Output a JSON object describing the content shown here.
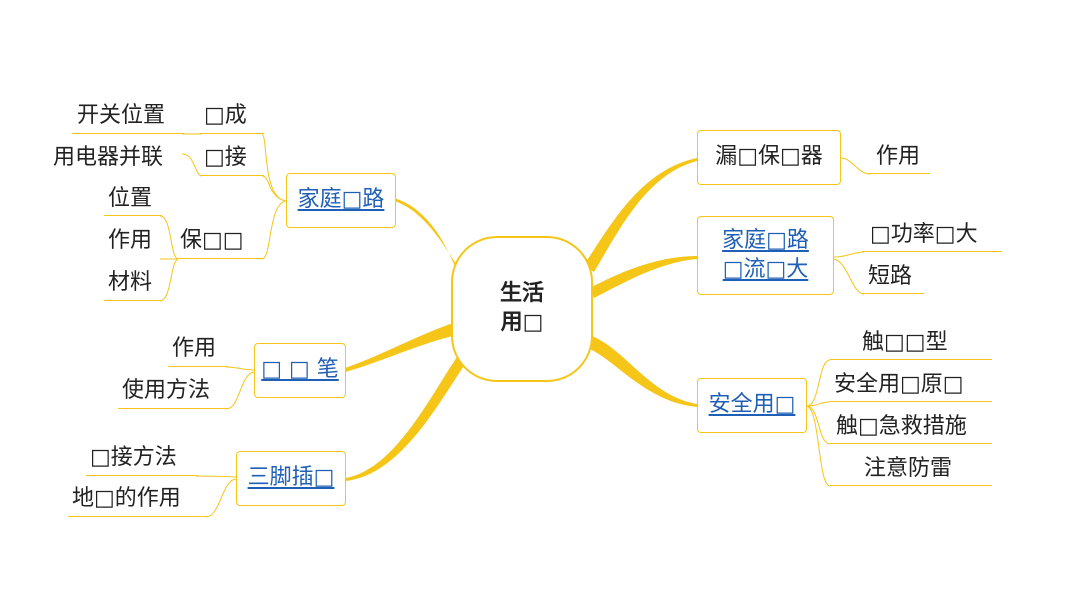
{
  "colors": {
    "branch": "#f5c518",
    "link_text": "#1f5fb5",
    "text": "#222222"
  },
  "center": {
    "line1": "生活",
    "line2": "用□"
  },
  "left": {
    "home_circuit": {
      "label": "家庭□路",
      "composition": {
        "label": "□成",
        "child": "开关位置"
      },
      "connection": {
        "label": "□接",
        "child": "用电器并联"
      },
      "fuse": {
        "label": "保□□",
        "children": [
          "位置",
          "作用",
          "材料"
        ]
      }
    },
    "test_pen": {
      "label": "□ □ 笔",
      "children": [
        "作用",
        "使用方法"
      ]
    },
    "socket": {
      "label": "三脚插□",
      "children": [
        "□接方法",
        "地□的作用"
      ]
    }
  },
  "right": {
    "leakage": {
      "label": "漏□保□器",
      "children": [
        "作用"
      ]
    },
    "overcurrent": {
      "line1": "家庭□路",
      "line2": "□流□大",
      "children": [
        "□功率□大",
        "短路"
      ]
    },
    "safety": {
      "label": "安全用□",
      "children": [
        "触□□型",
        "安全用□原□",
        "触□急救措施",
        "注意防雷"
      ]
    }
  }
}
